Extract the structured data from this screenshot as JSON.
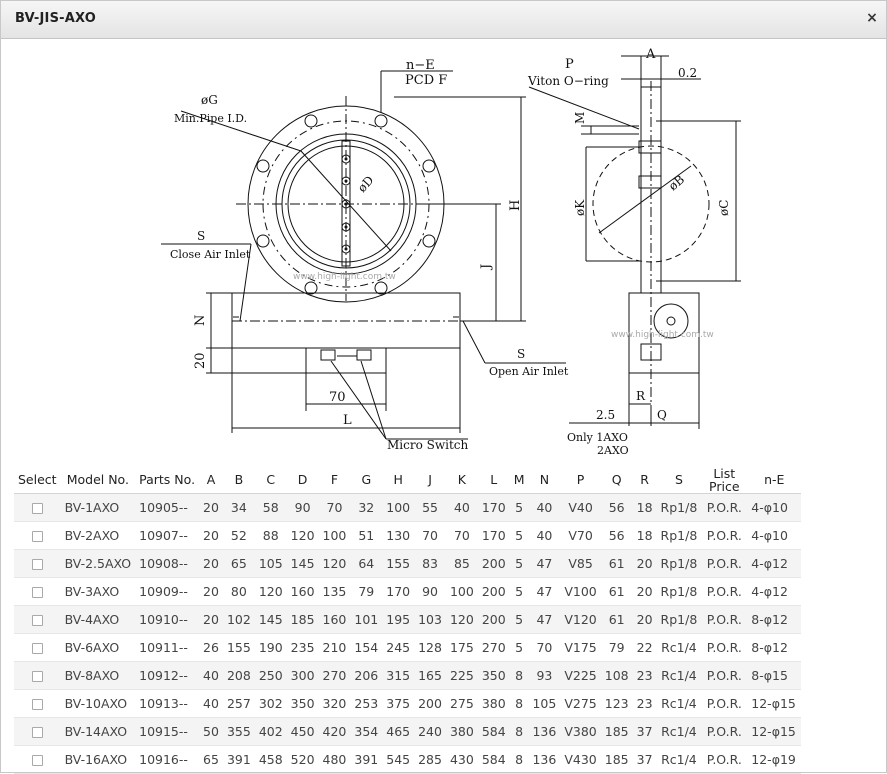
{
  "window": {
    "title": "BV-JIS-AXO",
    "close_label": "×"
  },
  "drawing": {
    "labels": {
      "nE": "n−E",
      "pcd": "PCD F",
      "g": "øG",
      "minpipe": "Min.Pipe I.D.",
      "s_close": "S",
      "close_air": "Close Air Inlet",
      "phiD": "øD",
      "h": "H",
      "j": "J",
      "n": "N",
      "d20": "20",
      "d70": "70",
      "l": "L",
      "micro": "Micro Switch",
      "s_open": "S",
      "open_air": "Open Air Inlet",
      "p": "P",
      "viton": "Viton O−ring",
      "a": "A",
      "d02": "0.2",
      "m": "M",
      "phiK": "øK",
      "phiB": "øB",
      "phiC": "øC",
      "r": "R",
      "d25": "2.5",
      "q": "Q",
      "only1": "Only 1AXO",
      "only2": "2AXO",
      "wm1": "www.high-light.com.tw",
      "wm2": "www.high-light.com.tw"
    }
  },
  "table": {
    "headers": [
      "Select",
      "Model No.",
      "Parts No.",
      "A",
      "B",
      "C",
      "D",
      "F",
      "G",
      "H",
      "J",
      "K",
      "L",
      "M",
      "N",
      "P",
      "Q",
      "R",
      "S",
      "List Price",
      "n-E"
    ],
    "rows": [
      [
        "BV-1AXO",
        "10905--",
        "20",
        "34",
        "58",
        "90",
        "70",
        "32",
        "100",
        "55",
        "40",
        "170",
        "5",
        "40",
        "V40",
        "56",
        "18",
        "Rp1/8",
        "P.O.R.",
        "4-φ10"
      ],
      [
        "BV-2AXO",
        "10907--",
        "20",
        "52",
        "88",
        "120",
        "100",
        "51",
        "130",
        "70",
        "70",
        "170",
        "5",
        "40",
        "V70",
        "56",
        "18",
        "Rp1/8",
        "P.O.R.",
        "4-φ10"
      ],
      [
        "BV-2.5AXO",
        "10908--",
        "20",
        "65",
        "105",
        "145",
        "120",
        "64",
        "155",
        "83",
        "85",
        "200",
        "5",
        "47",
        "V85",
        "61",
        "20",
        "Rp1/8",
        "P.O.R.",
        "4-φ12"
      ],
      [
        "BV-3AXO",
        "10909--",
        "20",
        "80",
        "120",
        "160",
        "135",
        "79",
        "170",
        "90",
        "100",
        "200",
        "5",
        "47",
        "V100",
        "61",
        "20",
        "Rp1/8",
        "P.O.R.",
        "4-φ12"
      ],
      [
        "BV-4AXO",
        "10910--",
        "20",
        "102",
        "145",
        "185",
        "160",
        "101",
        "195",
        "103",
        "120",
        "200",
        "5",
        "47",
        "V120",
        "61",
        "20",
        "Rp1/8",
        "P.O.R.",
        "8-φ12"
      ],
      [
        "BV-6AXO",
        "10911--",
        "26",
        "155",
        "190",
        "235",
        "210",
        "154",
        "245",
        "128",
        "175",
        "270",
        "5",
        "70",
        "V175",
        "79",
        "22",
        "Rc1/4",
        "P.O.R.",
        "8-φ12"
      ],
      [
        "BV-8AXO",
        "10912--",
        "40",
        "208",
        "250",
        "300",
        "270",
        "206",
        "315",
        "165",
        "225",
        "350",
        "8",
        "93",
        "V225",
        "108",
        "23",
        "Rc1/4",
        "P.O.R.",
        "8-φ15"
      ],
      [
        "BV-10AXO",
        "10913--",
        "40",
        "257",
        "302",
        "350",
        "320",
        "253",
        "375",
        "200",
        "275",
        "380",
        "8",
        "105",
        "V275",
        "123",
        "23",
        "Rc1/4",
        "P.O.R.",
        "12-φ15"
      ],
      [
        "BV-14AXO",
        "10915--",
        "50",
        "355",
        "402",
        "450",
        "420",
        "354",
        "465",
        "240",
        "380",
        "584",
        "8",
        "136",
        "V380",
        "185",
        "37",
        "Rc1/4",
        "P.O.R.",
        "12-φ15"
      ],
      [
        "BV-16AXO",
        "10916--",
        "65",
        "391",
        "458",
        "520",
        "480",
        "391",
        "545",
        "285",
        "430",
        "584",
        "8",
        "136",
        "V430",
        "185",
        "37",
        "Rc1/4",
        "P.O.R.",
        "12-φ19"
      ]
    ]
  }
}
